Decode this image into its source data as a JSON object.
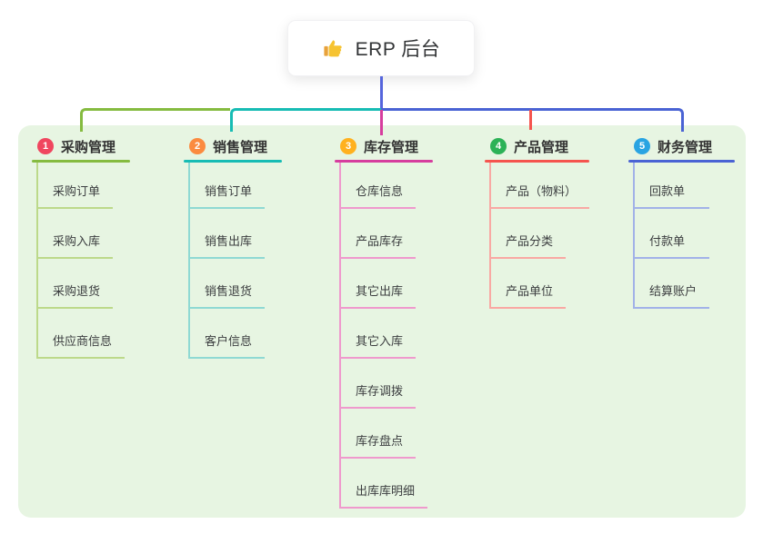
{
  "root": {
    "title": "ERP 后台",
    "icon": "thumbs-up-icon"
  },
  "colors": {
    "canvas": "#ffffff",
    "panel": "#e7f5e2",
    "stem": "#5565dc",
    "node_text": "#3c3e40",
    "title_text": "#333333"
  },
  "branches": [
    {
      "number": "1",
      "label": "采购管理",
      "badge_color": "#f0465f",
      "line_color": "#85bb40",
      "light_color": "#bcd98a",
      "children": [
        "采购订单",
        "采购入库",
        "采购退货",
        "供应商信息"
      ]
    },
    {
      "number": "2",
      "label": "销售管理",
      "badge_color": "#fb8b40",
      "line_color": "#17bcb4",
      "light_color": "#8fd9d3",
      "children": [
        "销售订单",
        "销售出库",
        "销售退货",
        "客户信息"
      ]
    },
    {
      "number": "3",
      "label": "库存管理",
      "badge_color": "#ffb11f",
      "line_color": "#d63d9e",
      "light_color": "#ef99cd",
      "children": [
        "仓库信息",
        "产品库存",
        "其它出库",
        "其它入库",
        "库存调拨",
        "库存盘点",
        "出库库明细"
      ]
    },
    {
      "number": "4",
      "label": "产品管理",
      "badge_color": "#2cb257",
      "line_color": "#f5544e",
      "light_color": "#f9a8a3",
      "children": [
        "产品（物料）",
        "产品分类",
        "产品单位"
      ]
    },
    {
      "number": "5",
      "label": "财务管理",
      "badge_color": "#29a4e2",
      "line_color": "#4a63d4",
      "light_color": "#a2b2e8",
      "children": [
        "回款单",
        "付款单",
        "结算账户"
      ]
    }
  ]
}
